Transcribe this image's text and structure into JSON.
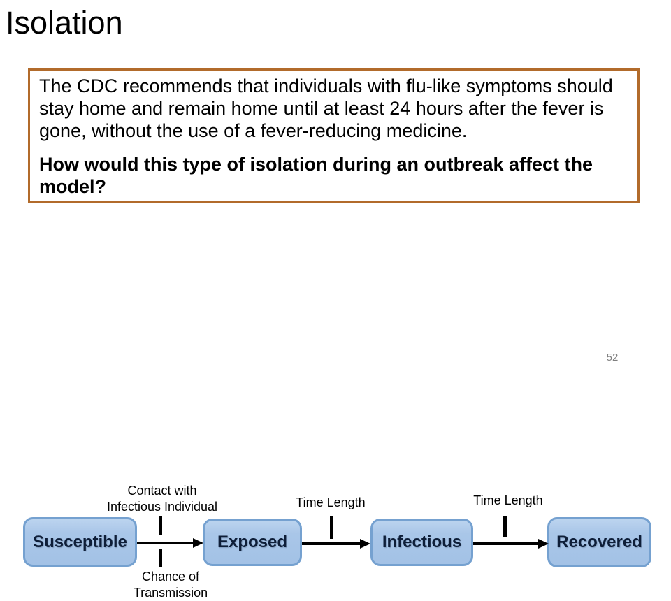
{
  "slide": {
    "title": "Isolation",
    "page_number": "52"
  },
  "callout": {
    "paragraph": "The CDC recommends that individuals with flu-like symptoms should stay home and remain home until at least 24 hours after the fever is gone, without the use of a fever-reducing medicine.",
    "question": "How would this type of isolation during an outbreak affect the model?",
    "border_color": "#b26b2b"
  },
  "diagram": {
    "type": "flow",
    "stages": [
      "Susceptible",
      "Exposed",
      "Infectious",
      "Recovered"
    ],
    "transitions": [
      {
        "from": "Susceptible",
        "to": "Exposed",
        "label_above_lines": [
          "Contact with",
          "Infectious Individual"
        ],
        "label_below_lines": [
          "Chance of",
          "Transmission"
        ]
      },
      {
        "from": "Exposed",
        "to": "Infectious",
        "label_above": "Time Length"
      },
      {
        "from": "Infectious",
        "to": "Recovered",
        "label_above": "Time Length"
      }
    ],
    "colors": {
      "box_fill": "#a9c6e8",
      "box_border": "#75a1d0",
      "box_text": "#0e1e38",
      "arrow": "#000000",
      "page_number": "#7f7f7f"
    }
  }
}
